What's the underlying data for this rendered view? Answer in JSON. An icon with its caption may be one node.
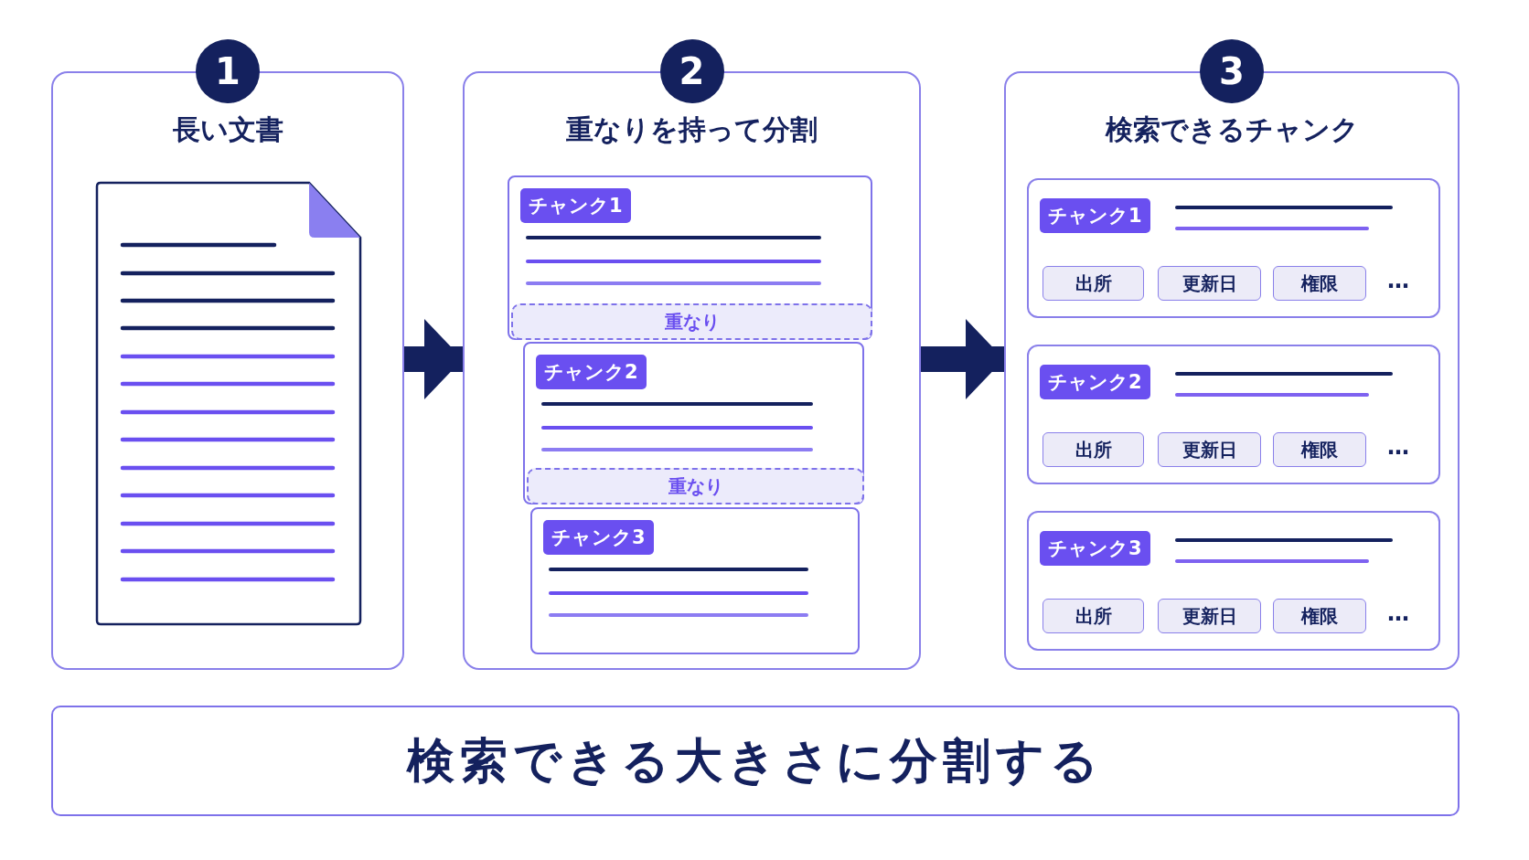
{
  "diagram": {
    "nodes": [
      {
        "text": [
          "1",
          "長い文書"
        ]
      },
      {
        "text": [
          "2",
          "重なりを持って分割"
        ]
      },
      {
        "text": [
          "チャンク1"
        ],
        "in": 1
      },
      {
        "text": [
          "重なり"
        ],
        "in": 2
      },
      {
        "text": [
          "チャンク2"
        ],
        "in": 1
      },
      {
        "text": [
          "重なり"
        ],
        "in": 4
      },
      {
        "text": [
          "チャンク3"
        ],
        "in": 1
      },
      {
        "text": [
          "3",
          "検索できるチャンク"
        ]
      },
      {
        "text": [
          "チャンク1",
          "…"
        ],
        "in": 7
      },
      {
        "text": [
          "出所"
        ],
        "in": 8
      },
      {
        "text": [
          "更新日"
        ],
        "in": 8
      },
      {
        "text": [
          "権限"
        ],
        "in": 8
      },
      {
        "text": [
          "チャンク2",
          "…"
        ],
        "in": 7
      },
      {
        "text": [
          "出所"
        ],
        "in": 12
      },
      {
        "text": [
          "更新日"
        ],
        "in": 12
      },
      {
        "text": [
          "権限"
        ],
        "in": 12
      },
      {
        "text": [
          "チャンク3",
          "…"
        ],
        "in": 7
      },
      {
        "text": [
          "出所"
        ],
        "in": 16
      },
      {
        "text": [
          "更新日"
        ],
        "in": 16
      },
      {
        "text": [
          "権限"
        ],
        "in": 16
      },
      {
        "text": [
          "検索できる大きさに分割する"
        ]
      }
    ],
    "edges": [
      {
        "from": 0,
        "to": 1,
        "arrow": "to"
      },
      {
        "from": 1,
        "to": 7,
        "arrow": "to"
      }
    ]
  }
}
